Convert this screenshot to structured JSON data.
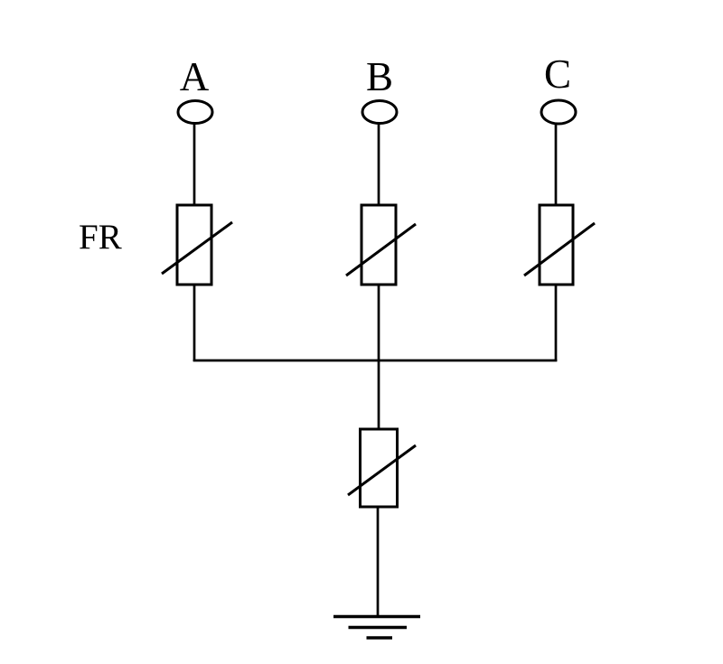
{
  "diagram": {
    "type": "circuit-schematic",
    "background_color": "#ffffff",
    "line_color": "#000000",
    "phases": [
      {
        "label": "A"
      },
      {
        "label": "B"
      },
      {
        "label": "C"
      }
    ],
    "component_label": "FR",
    "symbols": {
      "phase_terminals": "ellipse",
      "phase_components": "varistor (rectangle with diagonal stroke)",
      "neutral_component": "varistor (rectangle with diagonal stroke)",
      "ground": "earth ground (three stacked bars)"
    }
  }
}
